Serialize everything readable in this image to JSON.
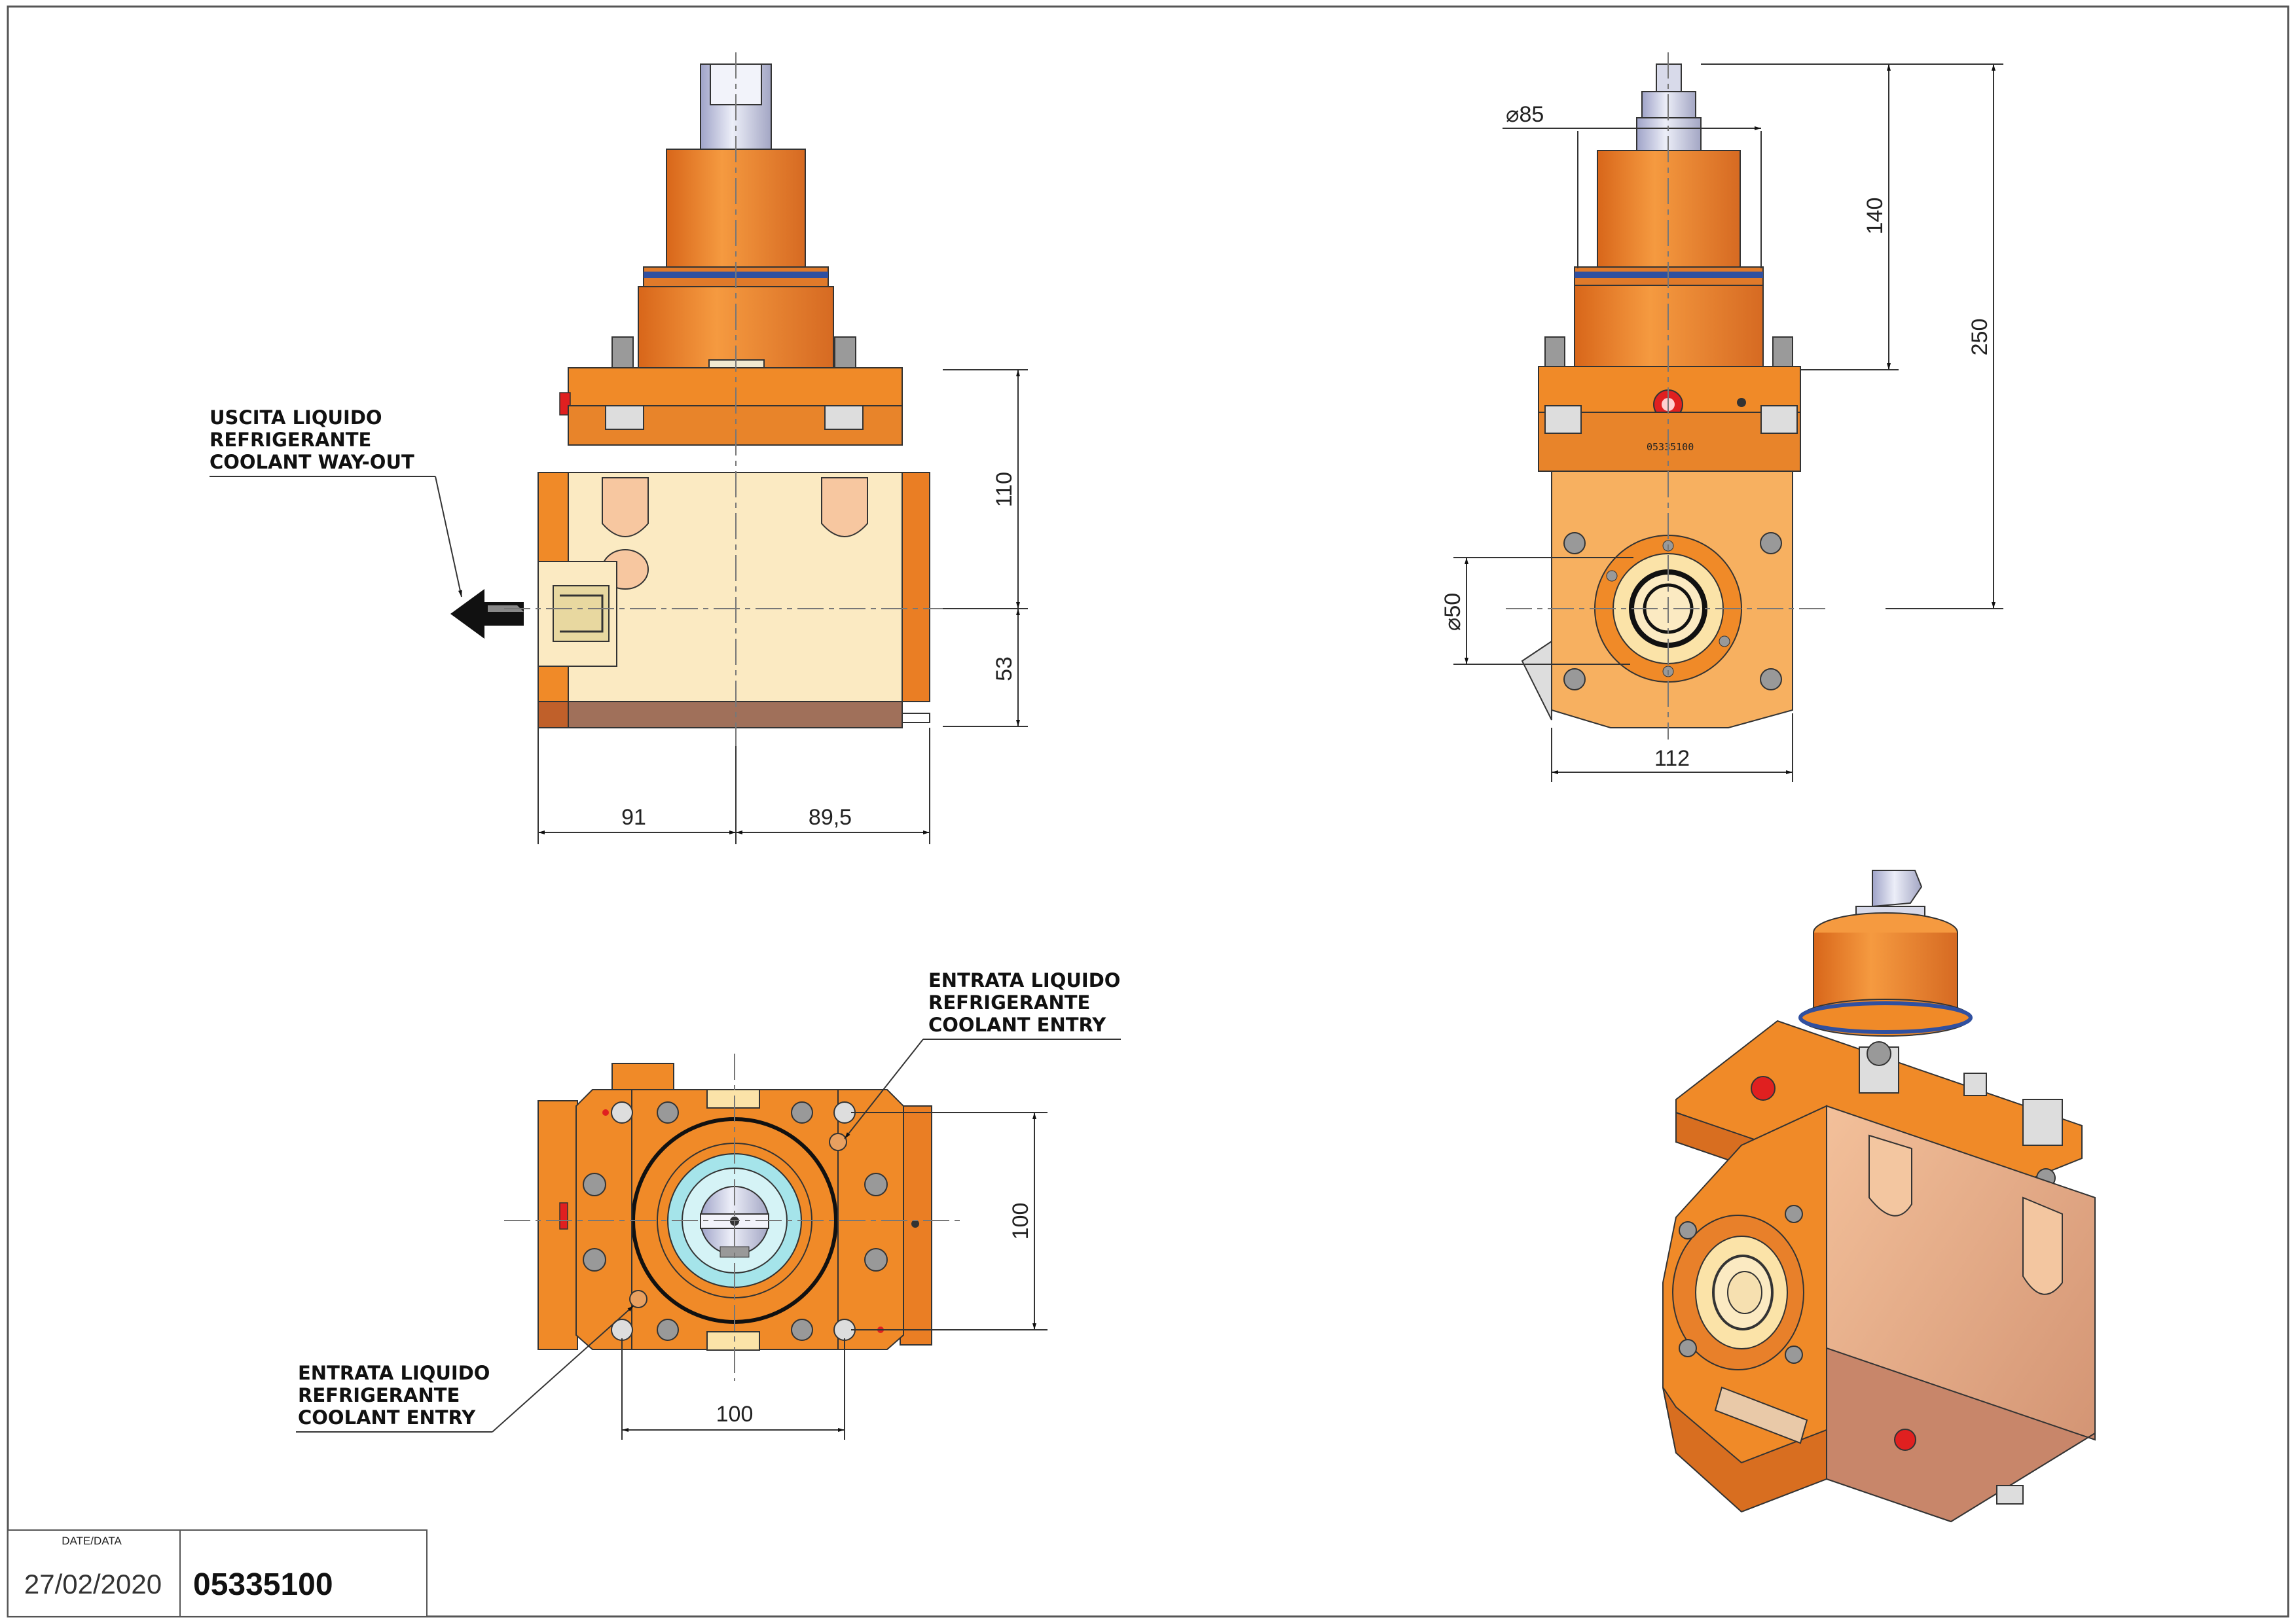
{
  "dimensions": {
    "side_height_top": "110",
    "side_height_bottom": "53",
    "side_width_left": "91",
    "side_width_right": "89,5",
    "front_diameter_top": "85",
    "front_shank_length": "140",
    "front_total_height": "250",
    "front_bore_diameter": "50",
    "front_width": "112",
    "bottom_height": "100",
    "bottom_width": "100"
  },
  "notes": {
    "coolant_out": [
      "USCITA LIQUIDO",
      "REFRIGERANTE",
      "COOLANT WAY-OUT"
    ],
    "coolant_entry_top": [
      "ENTRATA LIQUIDO",
      "REFRIGERANTE",
      "COOLANT ENTRY"
    ],
    "coolant_entry_bottom": [
      "ENTRATA LIQUIDO",
      "REFRIGERANTE",
      "COOLANT ENTRY"
    ]
  },
  "part_marking": "05335100",
  "title_block": {
    "date_label": "DATE/DATA",
    "date": "27/02/2020",
    "code": "05335100"
  },
  "colors": {
    "orange": "#f08a28",
    "orange_dark": "#c8641a",
    "cream": "#fbeac2",
    "peach": "#f7b98a",
    "steel": "#c9cbe0",
    "cyan": "#a5e4ea",
    "red": "#e02020",
    "blue_ring": "#3050a0",
    "brown": "#a0705a"
  }
}
